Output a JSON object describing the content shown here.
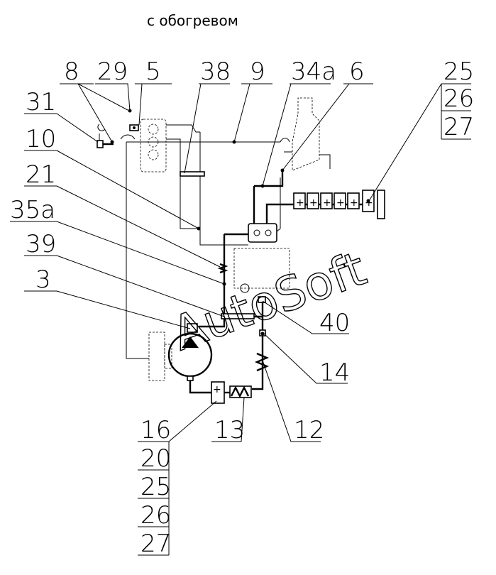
{
  "title": "с обогревом",
  "watermark": "AutoSoft",
  "labels": {
    "l8": "8",
    "l29": "29",
    "l5": "5",
    "l38": "38",
    "l9": "9",
    "l34a": "34a",
    "l6": "6",
    "l25": "25",
    "l26": "26",
    "l27": "27",
    "l31": "31",
    "l10": "10",
    "l21": "21",
    "l35a": "35a",
    "l39": "39",
    "l3": "3",
    "l40": "40",
    "l14": "14",
    "l12": "12",
    "l13": "13",
    "l16b": "16",
    "l20b": "20",
    "l25b": "25",
    "l26b": "26",
    "l27b": "27"
  }
}
